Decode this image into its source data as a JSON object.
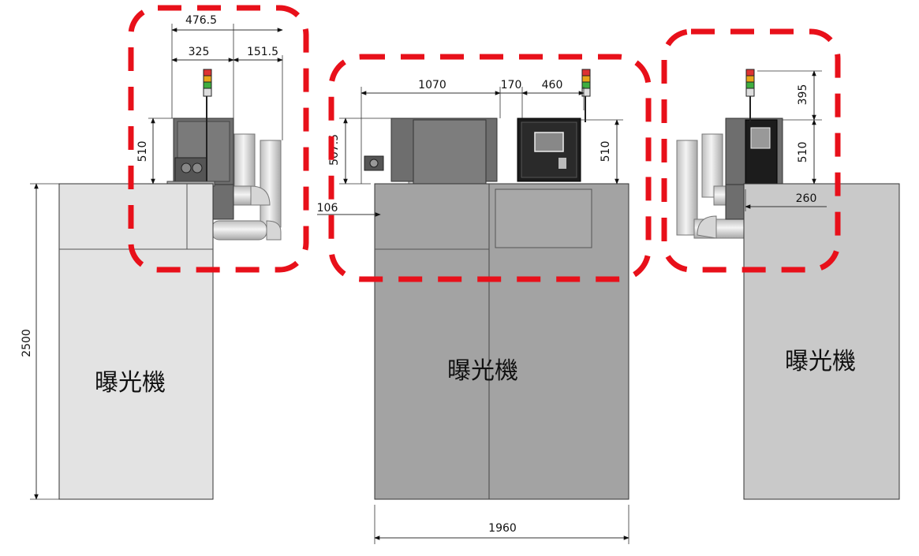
{
  "views": {
    "left": {
      "machine_label": "曝光機",
      "dims": {
        "top_total": "476.5",
        "top_a": "325",
        "top_b": "151.5",
        "height_unit": "510",
        "overall_height": "2500"
      }
    },
    "front": {
      "machine_label": "曝光機",
      "dims": {
        "d1070": "1070",
        "d170": "170",
        "d460": "460",
        "d507": "507.5",
        "d510": "510",
        "d106": "106",
        "d1960": "1960"
      }
    },
    "right": {
      "machine_label": "曝光機",
      "dims": {
        "d395": "395",
        "d510": "510",
        "d260": "260"
      }
    }
  },
  "colors": {
    "highlight_dash": "#e8101a",
    "machine_light": "#e3e3e3",
    "machine_mid": "#a3a3a3",
    "machine_right": "#c9c9c9",
    "unit_dark": "#6e6e6e",
    "duct": "#e0e0e0",
    "panel_black": "#1c1c1c"
  },
  "icons": [
    "signal-tower-icon",
    "control-screen-icon"
  ]
}
